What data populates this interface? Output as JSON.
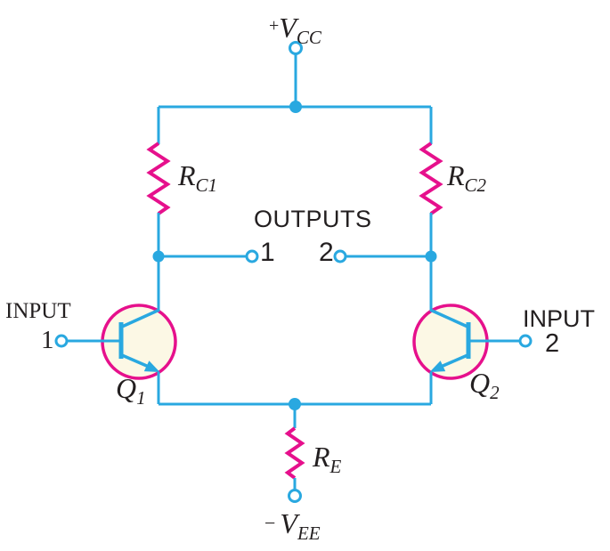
{
  "colors": {
    "wire": "#29a8e0",
    "component": "#e6108c",
    "transistor_fill": "#fcf8e5",
    "text": "#231f20",
    "background": "#ffffff"
  },
  "labels": {
    "vcc": {
      "prefix": "+",
      "letter": "V",
      "sub": "CC"
    },
    "rc1": {
      "letter": "R",
      "sub": "C1"
    },
    "rc2": {
      "letter": "R",
      "sub": "C2"
    },
    "outputs_title": "OUTPUTS",
    "output1_num": "1",
    "output2_num": "2",
    "input1": {
      "word": "INPUT",
      "num": "1"
    },
    "input2": {
      "word": "INPUT",
      "num": "2"
    },
    "q1": {
      "letter": "Q",
      "sub": "1"
    },
    "q2": {
      "letter": "Q",
      "sub": "2"
    },
    "re": {
      "letter": "R",
      "sub": "E"
    },
    "vee": {
      "prefix": "−",
      "letter": "V",
      "sub": "EE"
    }
  }
}
